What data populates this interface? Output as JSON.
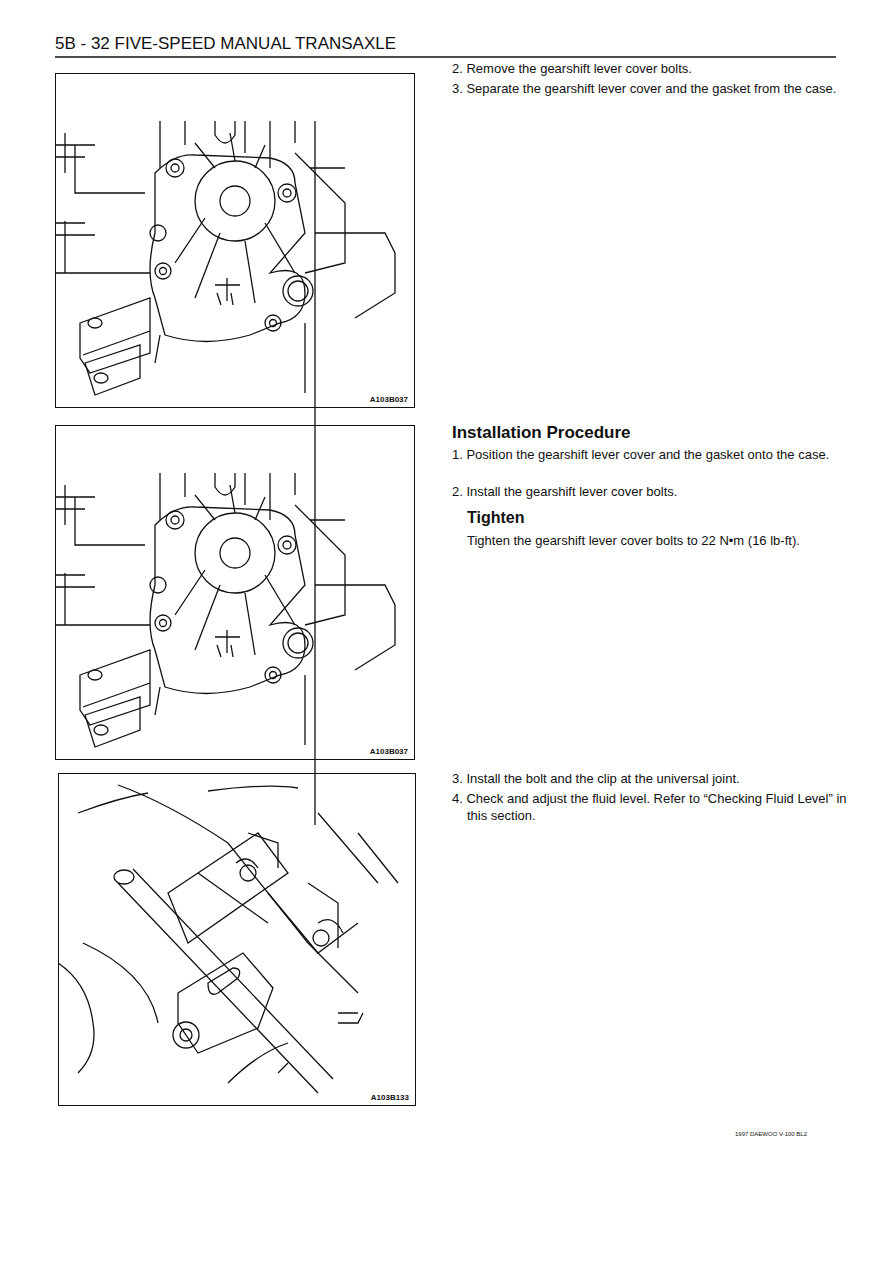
{
  "diagram": {
    "title": "5B - 32 FIVE-SPEED MANUAL TRANSAXLE",
    "nodes": [
      {
        "text": [
          "A103B037"
        ]
      },
      {
        "text": [
          "A103B037"
        ]
      },
      {
        "text": [
          "A103B133"
        ]
      }
    ],
    "labels": [
      "2. Remove the gearshift lever cover bolts.",
      "3. Separate the gearshift lever cover and the gasket from the case.",
      "Installation Procedure",
      "1. Position the gearshift lever cover and the gasket onto the case.",
      "2. Install the gearshift lever cover bolts.",
      "Tighten",
      "Tighten the gearshift lever cover bolts to 22 N•m (16 lb-ft).",
      "3. Install the bolt and the clip at the universal joint.",
      "4. Check and adjust the fluid level. Refer to “Checking Fluid Level” in this section.",
      "1997 DAEWOO V-100 BL2"
    ]
  }
}
